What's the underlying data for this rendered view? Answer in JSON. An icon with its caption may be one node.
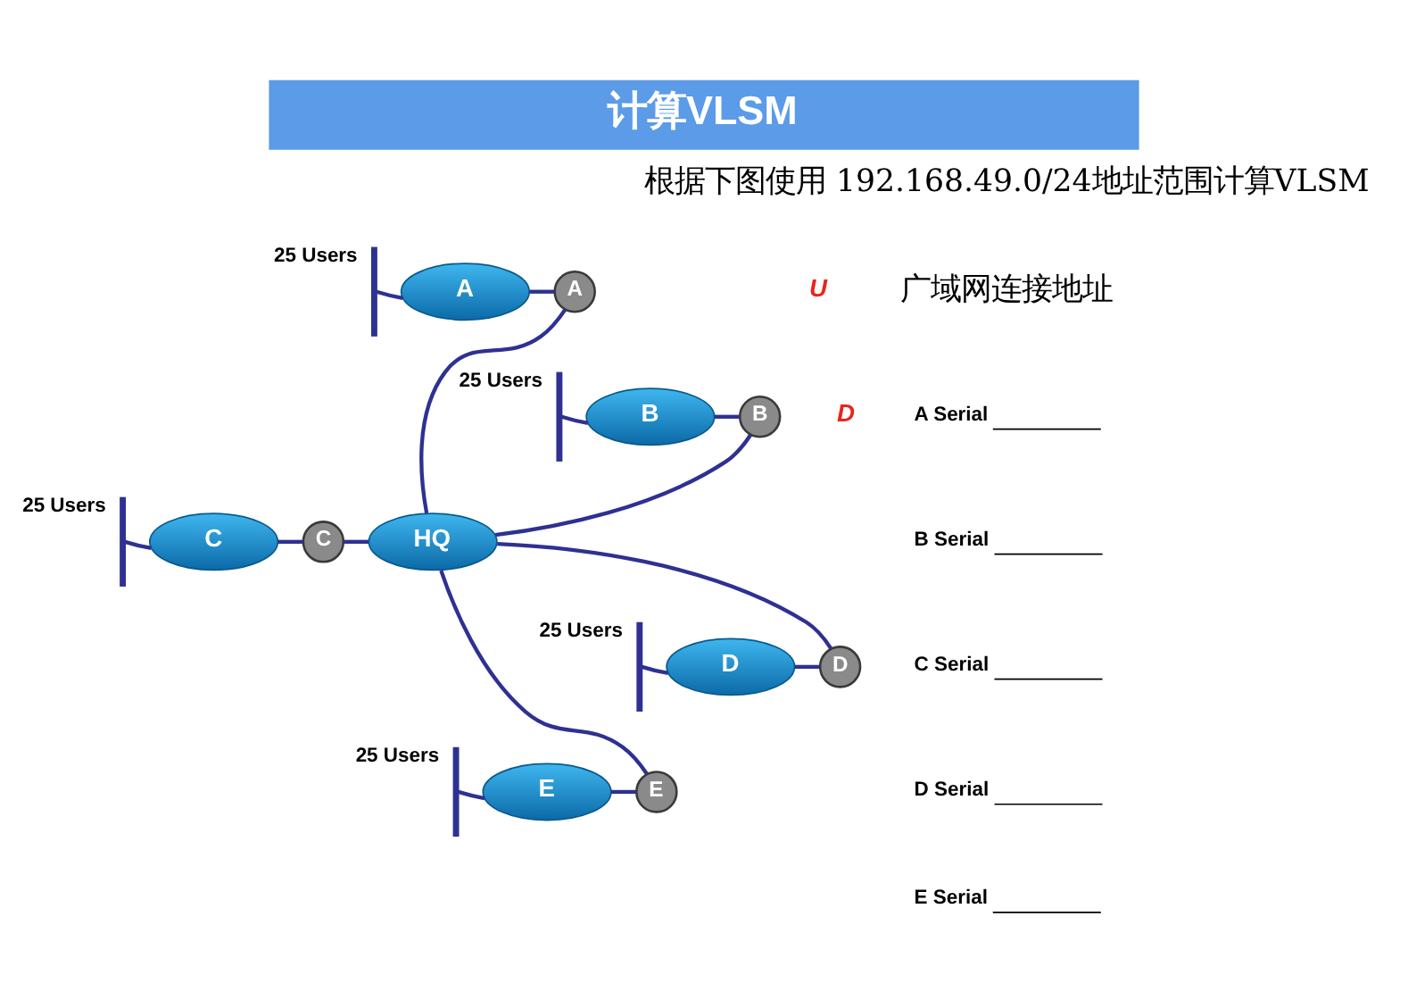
{
  "diagram": {
    "title": "计算VLSM",
    "nodes": [
      {
        "text": [],
        "shape": "bar",
        "beside": [
          "25 Users"
        ]
      },
      {
        "text": [
          "A"
        ]
      },
      {
        "text": [
          "A"
        ]
      },
      {
        "text": [],
        "shape": "bar",
        "beside": [
          "25 Users"
        ]
      },
      {
        "text": [
          "B"
        ]
      },
      {
        "text": [
          "B"
        ]
      },
      {
        "text": [],
        "shape": "bar",
        "beside": [
          "25 Users"
        ]
      },
      {
        "text": [
          "C"
        ]
      },
      {
        "text": [
          "C"
        ]
      },
      {
        "text": [
          "HQ"
        ]
      },
      {
        "text": [],
        "shape": "bar",
        "beside": [
          "25 Users"
        ]
      },
      {
        "text": [
          "D"
        ]
      },
      {
        "text": [
          "D"
        ]
      },
      {
        "text": [],
        "shape": "bar",
        "beside": [
          "25 Users"
        ]
      },
      {
        "text": [
          "E"
        ]
      },
      {
        "text": [
          "E"
        ]
      }
    ],
    "edges": [
      {
        "from": 0,
        "to": 1,
        "arrow": "none"
      },
      {
        "from": 1,
        "to": 2,
        "arrow": "none"
      },
      {
        "from": 2,
        "to": 9,
        "arrow": "none"
      },
      {
        "from": 3,
        "to": 4,
        "arrow": "none"
      },
      {
        "from": 4,
        "to": 5,
        "arrow": "none"
      },
      {
        "from": 5,
        "to": 9,
        "arrow": "none"
      },
      {
        "from": 6,
        "to": 7,
        "arrow": "none"
      },
      {
        "from": 7,
        "to": 8,
        "arrow": "none"
      },
      {
        "from": 8,
        "to": 9,
        "arrow": "none"
      },
      {
        "from": 10,
        "to": 11,
        "arrow": "none"
      },
      {
        "from": 11,
        "to": 12,
        "arrow": "none"
      },
      {
        "from": 12,
        "to": 9,
        "arrow": "none"
      },
      {
        "from": 13,
        "to": 14,
        "arrow": "none"
      },
      {
        "from": 14,
        "to": 15,
        "arrow": "none"
      },
      {
        "from": 15,
        "to": 9,
        "arrow": "none"
      }
    ],
    "labels": [
      "根据下图使用 192.168.49.0/24地址范围计算VLSM",
      "广域网连接地址",
      "A Serial",
      "B Serial",
      "C Serial",
      "D Serial",
      "E Serial",
      "U",
      "D"
    ]
  }
}
